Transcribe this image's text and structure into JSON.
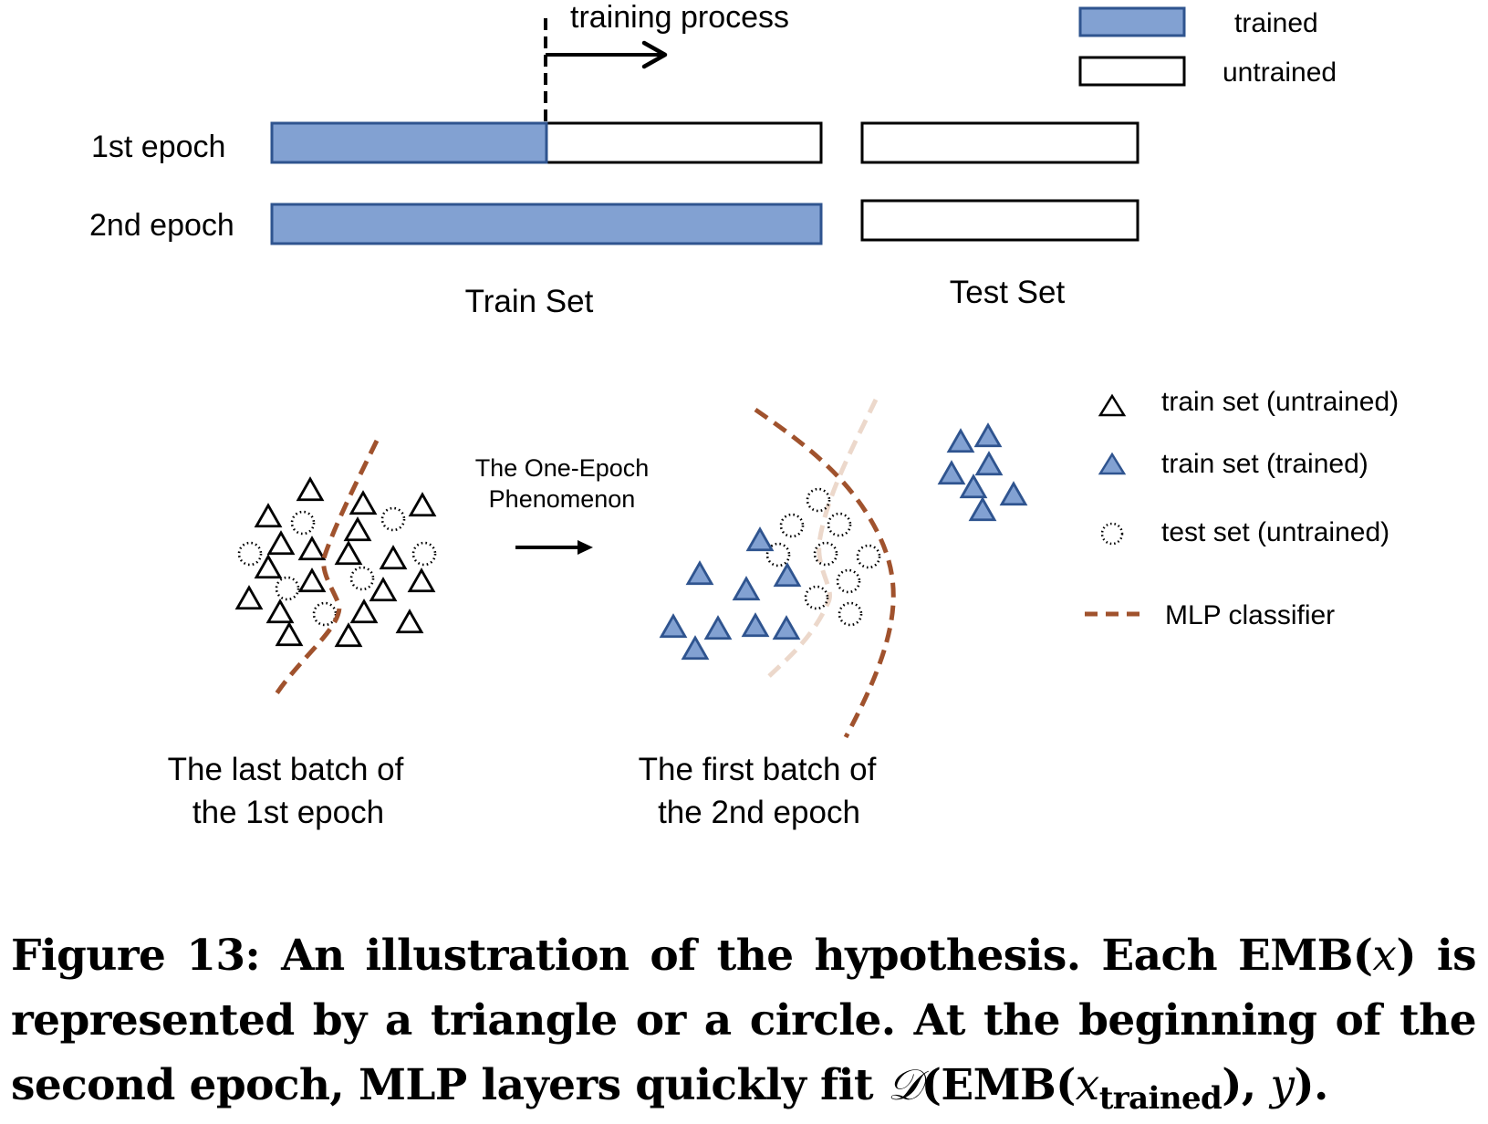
{
  "top_panel": {
    "training_process_label": "training process",
    "rows": [
      {
        "label": "1st epoch",
        "train_trained_fraction": 0.5,
        "test_trained_fraction": 0.0
      },
      {
        "label": "2nd epoch",
        "train_trained_fraction": 1.0,
        "test_trained_fraction": 0.0
      }
    ],
    "train_set_label": "Train Set",
    "test_set_label": "Test Set",
    "legend": [
      {
        "label": "trained",
        "style": "trained"
      },
      {
        "label": "untrained",
        "style": "untrained"
      }
    ]
  },
  "bottom_panel": {
    "transition_label_line1": "The One-Epoch",
    "transition_label_line2": "Phenomenon",
    "left_caption_line1": "The last batch of",
    "left_caption_line2": "the 1st epoch",
    "right_caption_line1": "The first batch of",
    "right_caption_line2": "the 2nd epoch",
    "legend": [
      {
        "label": "train set (untrained)",
        "marker": "triangle-outline"
      },
      {
        "label": "train set (trained)",
        "marker": "triangle-filled"
      },
      {
        "label": "test set (untrained)",
        "marker": "circle-dotted"
      },
      {
        "label": "MLP classifier",
        "marker": "dashed-line"
      }
    ]
  },
  "colors": {
    "trained_fill": "#82a1d2",
    "trained_stroke": "#2f548f",
    "untrained_stroke": "#000000",
    "mlp_classifier": "#a0522d",
    "mlp_classifier_faded": "#ecd8cb"
  },
  "caption": {
    "line1": "Figure 13: An illustration of the hypothesis. Each EMB(",
    "line1_math": "x",
    "line1_end": ") is",
    "line2": "represented by a triangle or a circle. At the beginning of the",
    "line3_a": "second epoch, MLP layers quickly fit ",
    "line3_D": "𝒟",
    "line3_b": "(EMB(",
    "line3_x": "x",
    "line3_sub": "trained",
    "line3_c": "), ",
    "line3_y": "y",
    "line3_d": ")."
  }
}
